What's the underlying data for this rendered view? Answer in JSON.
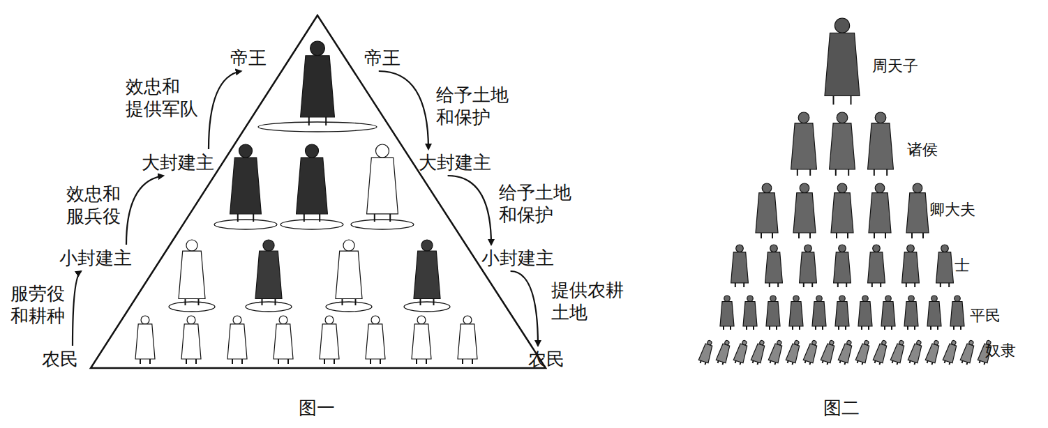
{
  "diagram": {
    "nodes": [
      {
        "text": [
          "帝王"
        ]
      },
      {
        "text": [
          "帝王"
        ]
      },
      {
        "text": [
          "大封建主"
        ]
      },
      {
        "text": [
          "大封建主"
        ]
      },
      {
        "text": [
          "小封建主"
        ]
      },
      {
        "text": [
          "小封建主"
        ]
      },
      {
        "text": [
          "农民"
        ]
      },
      {
        "text": [
          "农民"
        ]
      }
    ],
    "edges": [
      {
        "from": 6,
        "to": 4,
        "label": "服劳役 和耕种",
        "arrow": "to"
      },
      {
        "from": 4,
        "to": 2,
        "label": "效忠和 服兵役",
        "arrow": "to"
      },
      {
        "from": 2,
        "to": 0,
        "label": "效忠和 提供军队",
        "arrow": "to"
      },
      {
        "from": 1,
        "to": 3,
        "label": "给予土地 和保护",
        "arrow": "to"
      },
      {
        "from": 3,
        "to": 5,
        "label": "给予土地 和保护",
        "arrow": "to"
      },
      {
        "from": 5,
        "to": 7,
        "label": "提供农耕 土地",
        "arrow": "to"
      }
    ],
    "labels": [
      "周天子",
      "诸侯",
      "卿大夫",
      "士",
      "平民",
      "奴隶",
      "图一",
      "图二"
    ]
  }
}
